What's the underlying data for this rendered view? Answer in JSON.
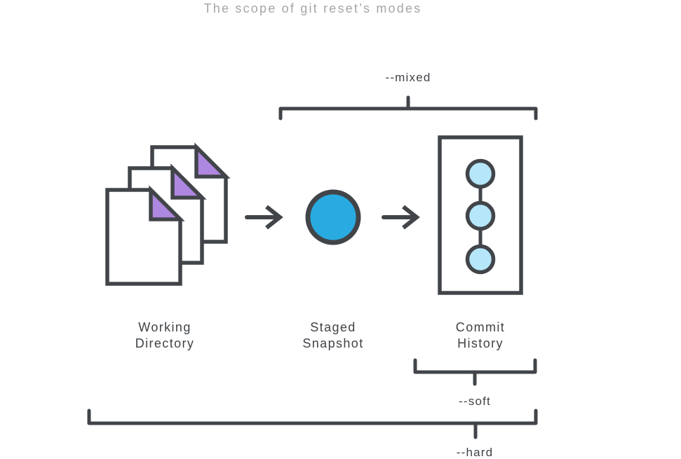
{
  "title": "The scope of git reset’s modes",
  "nodes": {
    "working_directory": {
      "line1": "Working",
      "line2": "Directory"
    },
    "staged_snapshot": {
      "line1": "Staged",
      "line2": "Snapshot"
    },
    "commit_history": {
      "line1": "Commit",
      "line2": "History"
    }
  },
  "modes": {
    "mixed": {
      "label": "--mixed"
    },
    "soft": {
      "label": "--soft"
    },
    "hard": {
      "label": "--hard"
    }
  },
  "colors": {
    "outline": "#414549",
    "bracket": "#414549",
    "file_fill": "#ffffff",
    "file_fold": "#ae87e0",
    "staged_fill": "#29abe2",
    "commit_box_fill": "#ffffff",
    "commit_node_fill": "#b5e6fa",
    "title_text": "#a3a6a9",
    "label_text": "#3f4347"
  }
}
